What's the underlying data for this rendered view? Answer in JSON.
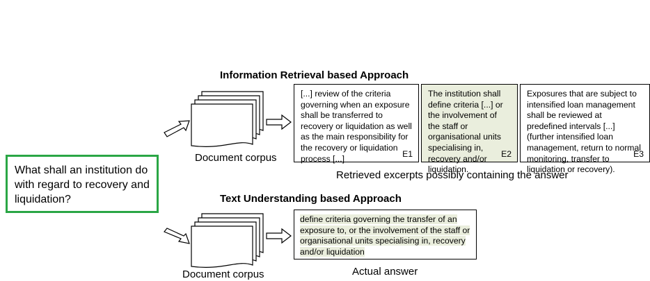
{
  "question": "What shall an institution do with regard to recovery and liquidation?",
  "ir_approach": {
    "title": "Information Retrieval based Approach",
    "corpus_label": "Document corpus",
    "excerpts": [
      {
        "id": "E1",
        "text": "[...] review of the criteria governing when an exposure shall be transferred to recovery or liquidation as well as the main responsibility for the recovery or liquidation process [...]",
        "highlighted": false
      },
      {
        "id": "E2",
        "text": "The institution shall define criteria [...] or the involvement of the staff or organisational units specialising in, recovery and/or liquidation.",
        "highlighted": true
      },
      {
        "id": "E3",
        "text": "Exposures that are subject to intensified loan management shall be reviewed at predefined intervals [...] (further intensified loan management, return to normal monitoring, transfer to liquidation or recovery).",
        "highlighted": false
      }
    ],
    "caption": "Retrieved excerpts possibly containing the answer"
  },
  "tu_approach": {
    "title": "Text Understanding based Approach",
    "corpus_label": "Document corpus",
    "answer": "define criteria governing the transfer of an exposure to, or the involvement of the staff or organisational units specialising in, recovery and/or liquidation",
    "caption": "Actual answer"
  },
  "colors": {
    "question_border": "#2aa645",
    "highlight": "#eaeedd"
  }
}
